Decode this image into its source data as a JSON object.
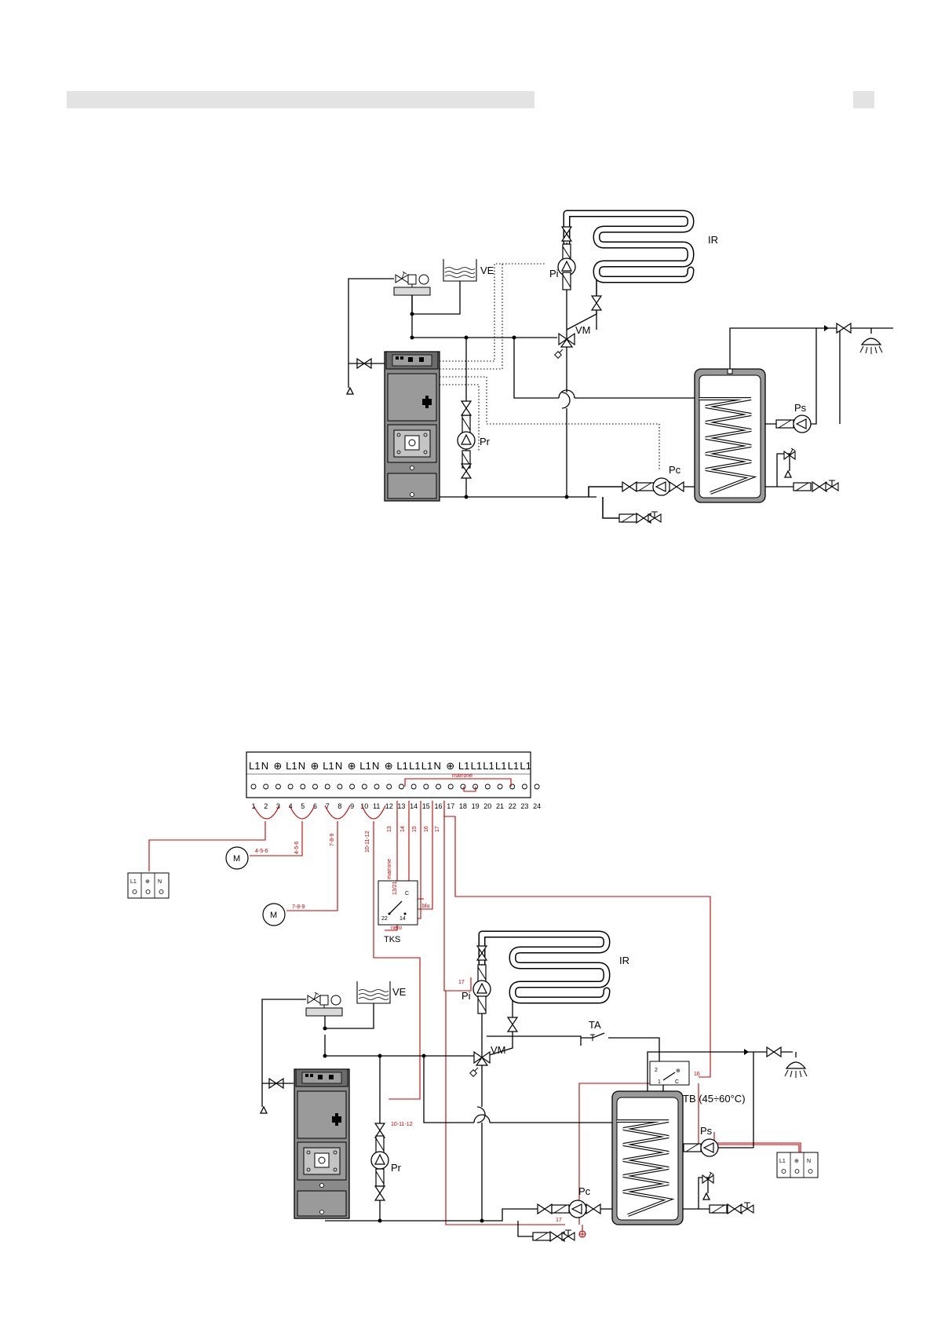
{
  "labels": {
    "ve": "VE",
    "pi": "Pi",
    "ir": "IR",
    "vm": "VM",
    "pr": "Pr",
    "ps": "Ps",
    "pc": "Pc",
    "tks": "TKS",
    "ta": "TA",
    "tb": "TB (45÷60°C)",
    "m": "M"
  },
  "terminal_block": {
    "top_labels": [
      "L1",
      "N",
      "⊕",
      "L1",
      "N",
      "⊕",
      "L1",
      "N",
      "⊕",
      "L1",
      "N",
      "⊕",
      "L1",
      "L1",
      "L1",
      "N",
      "⊕",
      "L1",
      "L1",
      "L1",
      "L1",
      "L1",
      "L1"
    ],
    "numbers": [
      "1",
      "2",
      "3",
      "4",
      "5",
      "6",
      "7",
      "8",
      "9",
      "10",
      "11",
      "12",
      "13",
      "14",
      "15",
      "16",
      "17",
      "18",
      "19",
      "20",
      "21",
      "22",
      "23",
      "24"
    ]
  },
  "wires": {
    "marrone": "marrone",
    "nero": "nero",
    "blu": "blu",
    "w13": "13",
    "w14": "14",
    "w15": "15",
    "w16": "16",
    "w17": "17",
    "m456": "4-5-6",
    "m789": "7-8-9",
    "r101112": "10-11-12",
    "tks_c": "C",
    "tks_1321": "13/21",
    "tks_22": "22",
    "tks_14": "14",
    "pi17": "17",
    "pc17": "17",
    "tb16": "16",
    "tb2": "2",
    "tb1": "1",
    "tb_c": "C"
  },
  "sockets": {
    "l1": "L1",
    "earth": "⊕",
    "n": "N"
  },
  "colors": {
    "wire": "#c00000",
    "pipe": "#000000",
    "boiler": "#8a8a8a",
    "header": "#e3e3e3"
  }
}
